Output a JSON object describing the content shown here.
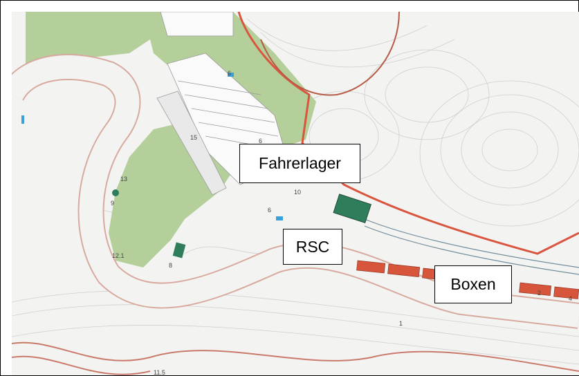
{
  "map": {
    "labels": {
      "fahrerlager": "Fahrerlager",
      "rsc": "RSC",
      "boxen": "Boxen"
    },
    "numbers": {
      "n1": "1",
      "n2": "2",
      "n4": "4",
      "n6a": "6",
      "n6b": "6",
      "n6c": "6",
      "n8": "8",
      "n9": "9",
      "n10": "10",
      "n12_1": "12.1",
      "n13": "13",
      "n15": "15",
      "n11_5": "11.5"
    },
    "colors": {
      "paper": "#f3f3f1",
      "grass": "#b4cf9a",
      "track_edge": "#c97a6a",
      "boundary": "#d9553e",
      "pit_building": "#d6553b",
      "water": "#2f7d5a",
      "blue_marker": "#3aa0d8"
    }
  }
}
